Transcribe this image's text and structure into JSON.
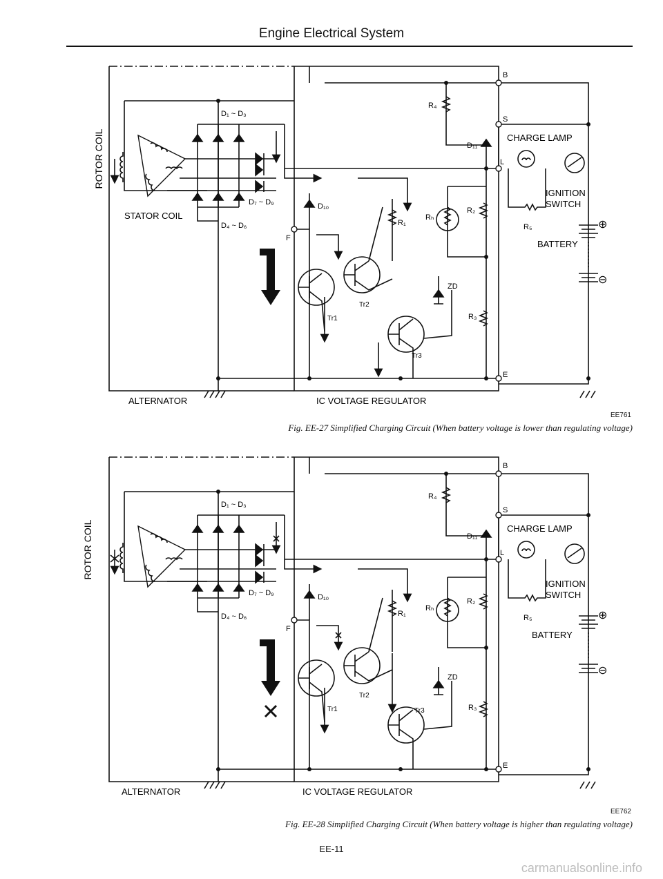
{
  "header": {
    "title": "Engine Electrical System"
  },
  "diagrams": [
    {
      "labels": {
        "rotor": "ROTOR COIL",
        "stator": "STATOR COIL",
        "d1": "D₁ ~ D₃",
        "d7": "D₇ ~ D₉",
        "d4": "D₄ ~ D₆",
        "d10": "D₁₀",
        "d11": "D₁₁",
        "r1": "R₁",
        "r2": "R₂",
        "r3": "R₃",
        "r4": "R₄",
        "r5": "R₅",
        "rh": "Rₕ",
        "zd": "ZD",
        "tr1": "Tr1",
        "tr2": "Tr2",
        "tr3": "Tr3",
        "b": "B",
        "s": "S",
        "l": "L",
        "e": "E",
        "f": "F",
        "charge_lamp": "CHARGE LAMP",
        "ignition": "IGNITION",
        "switch": "SWITCH",
        "battery": "BATTERY",
        "plus": "⊕",
        "minus": "⊖",
        "alternator": "ALTERNATOR",
        "regulator": "IC VOLTAGE REGULATOR"
      },
      "code": "EE761",
      "caption": "Fig. EE-27 Simplified Charging Circuit (When battery voltage is lower than regulating voltage)"
    },
    {
      "labels": {
        "rotor": "ROTOR COIL",
        "stator": "",
        "d1": "D₁ ~ D₃",
        "d7": "D₇ ~ D₉",
        "d4": "D₄ ~ D₆",
        "d10": "D₁₀",
        "d11": "D₁₁",
        "r1": "R₁",
        "r2": "R₂",
        "r3": "R₃",
        "r4": "R₄",
        "r5": "R₅",
        "rh": "Rₕ",
        "zd": "ZD",
        "tr1": "Tr1",
        "tr2": "Tr2",
        "tr3": "Tr3",
        "b": "B",
        "s": "S",
        "l": "L",
        "e": "E",
        "f": "F",
        "charge_lamp": "CHARGE LAMP",
        "ignition": "IGNITION",
        "switch": "SWITCH",
        "battery": "BATTERY",
        "plus": "⊕",
        "minus": "⊖",
        "alternator": "ALTERNATOR",
        "regulator": "IC VOLTAGE REGULATOR"
      },
      "code": "EE762",
      "caption": "Fig. EE-28 Simplified Charging Circuit (When battery voltage is higher than regulating voltage)"
    }
  ],
  "footer": {
    "page": "EE-11",
    "watermark": "carmanualsonline.info"
  }
}
